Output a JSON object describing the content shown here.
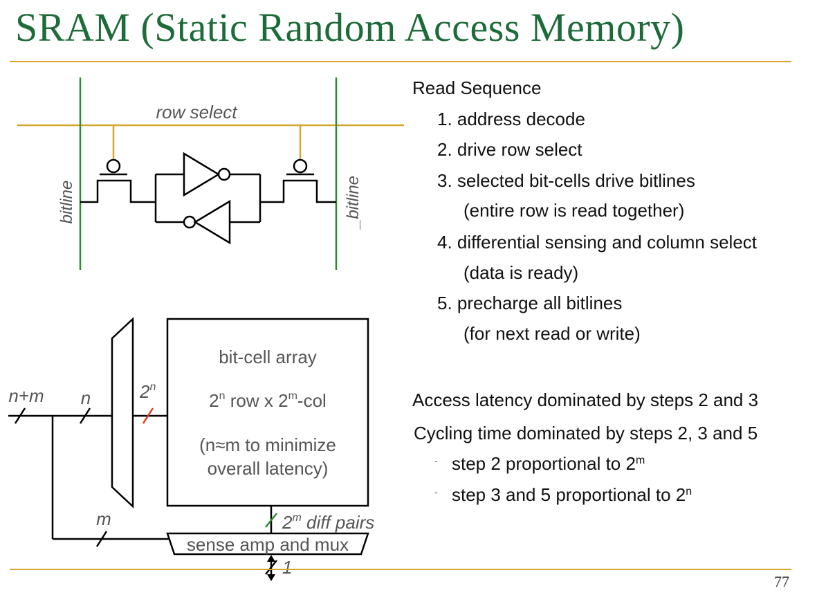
{
  "title": "SRAM (Static Random Access Memory)",
  "page_number": "77",
  "cell_diagram": {
    "row_select_label": "row select",
    "bitline_label": "bitline",
    "bitline_bar_label": "_bitline"
  },
  "array_diagram": {
    "bus_label_nm": "n+m",
    "bus_label_n": "n",
    "bus_label_2n_base": "2",
    "bus_label_2n_exp": "n",
    "bus_label_m": "m",
    "array_title": "bit-cell array",
    "array_size": {
      "a_base": "2",
      "a_exp": "n",
      "a_mid": " row x 2",
      "b_exp": "m",
      "b_tail": "-col"
    },
    "array_note_1": "(n≈m to minimize",
    "array_note_2": "overall latency)",
    "diff_pairs": {
      "base": "2",
      "exp": "m",
      "tail": " diff pairs"
    },
    "sense_amp_label": "sense amp and mux",
    "output_label": "1"
  },
  "read_sequence": {
    "heading": "Read Sequence",
    "steps": [
      "1. address decode",
      "2. drive row select",
      "3. selected bit-cells drive bitlines",
      "(entire row is read together)",
      "4. differential sensing and column select",
      "(data is ready)",
      "5. precharge all bitlines",
      "(for next read or write)"
    ]
  },
  "latency": {
    "access": "Access latency dominated by steps 2 and 3",
    "cycling": "Cycling time dominated by steps 2, 3 and 5",
    "bullet_1": {
      "text": "step 2 proportional to 2",
      "exp": "m"
    },
    "bullet_2": {
      "text": "step 3 and 5 proportional to 2",
      "exp": "n"
    }
  },
  "colors": {
    "title": "#1e6b3a",
    "rule": "#d4a72c",
    "row_select": "#d4a72c",
    "bitline": "#2e8b2e",
    "bus_2n_tick": "#e03a1e",
    "diagram_label": "#555555"
  }
}
